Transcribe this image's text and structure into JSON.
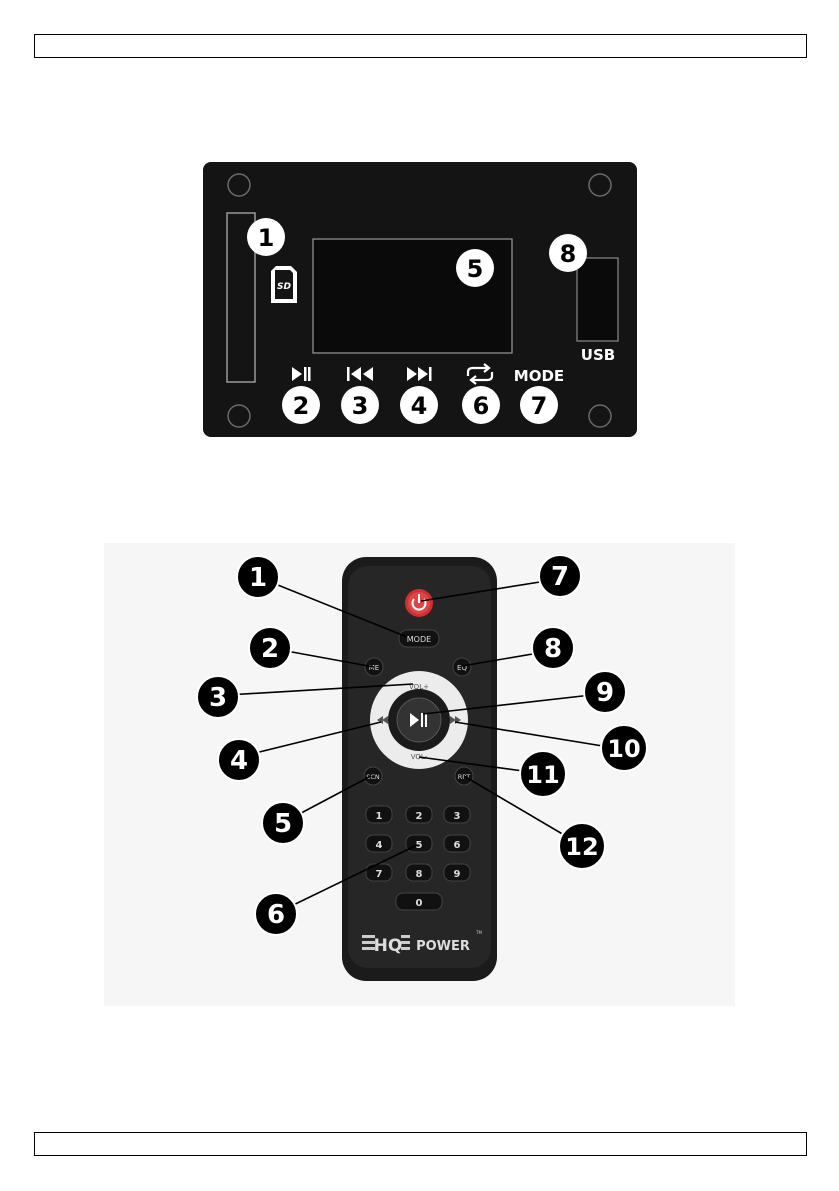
{
  "header": {
    "text": ""
  },
  "footer": {
    "text": ""
  },
  "panel": {
    "sd_label": "SD",
    "usb_label": "USB",
    "mode_label": "MODE",
    "callouts": [
      "1",
      "2",
      "3",
      "4",
      "5",
      "6",
      "7",
      "8"
    ]
  },
  "remote": {
    "mode_key": "MODE",
    "eq_key": "EQ",
    "key_left_top": "ME",
    "vol_plus": "VOL+",
    "vol_minus": "VOL-",
    "scn_key": "SCN",
    "rpt_key": "RPT",
    "digits": [
      "1",
      "2",
      "3",
      "4",
      "5",
      "6",
      "7",
      "8",
      "9",
      "0"
    ],
    "brand": "HQPOWER",
    "brand_hq": "HQ",
    "brand_power": "POWER",
    "tm": "TM",
    "callouts": [
      "1",
      "2",
      "3",
      "4",
      "5",
      "6",
      "7",
      "8",
      "9",
      "10",
      "11",
      "12"
    ]
  }
}
